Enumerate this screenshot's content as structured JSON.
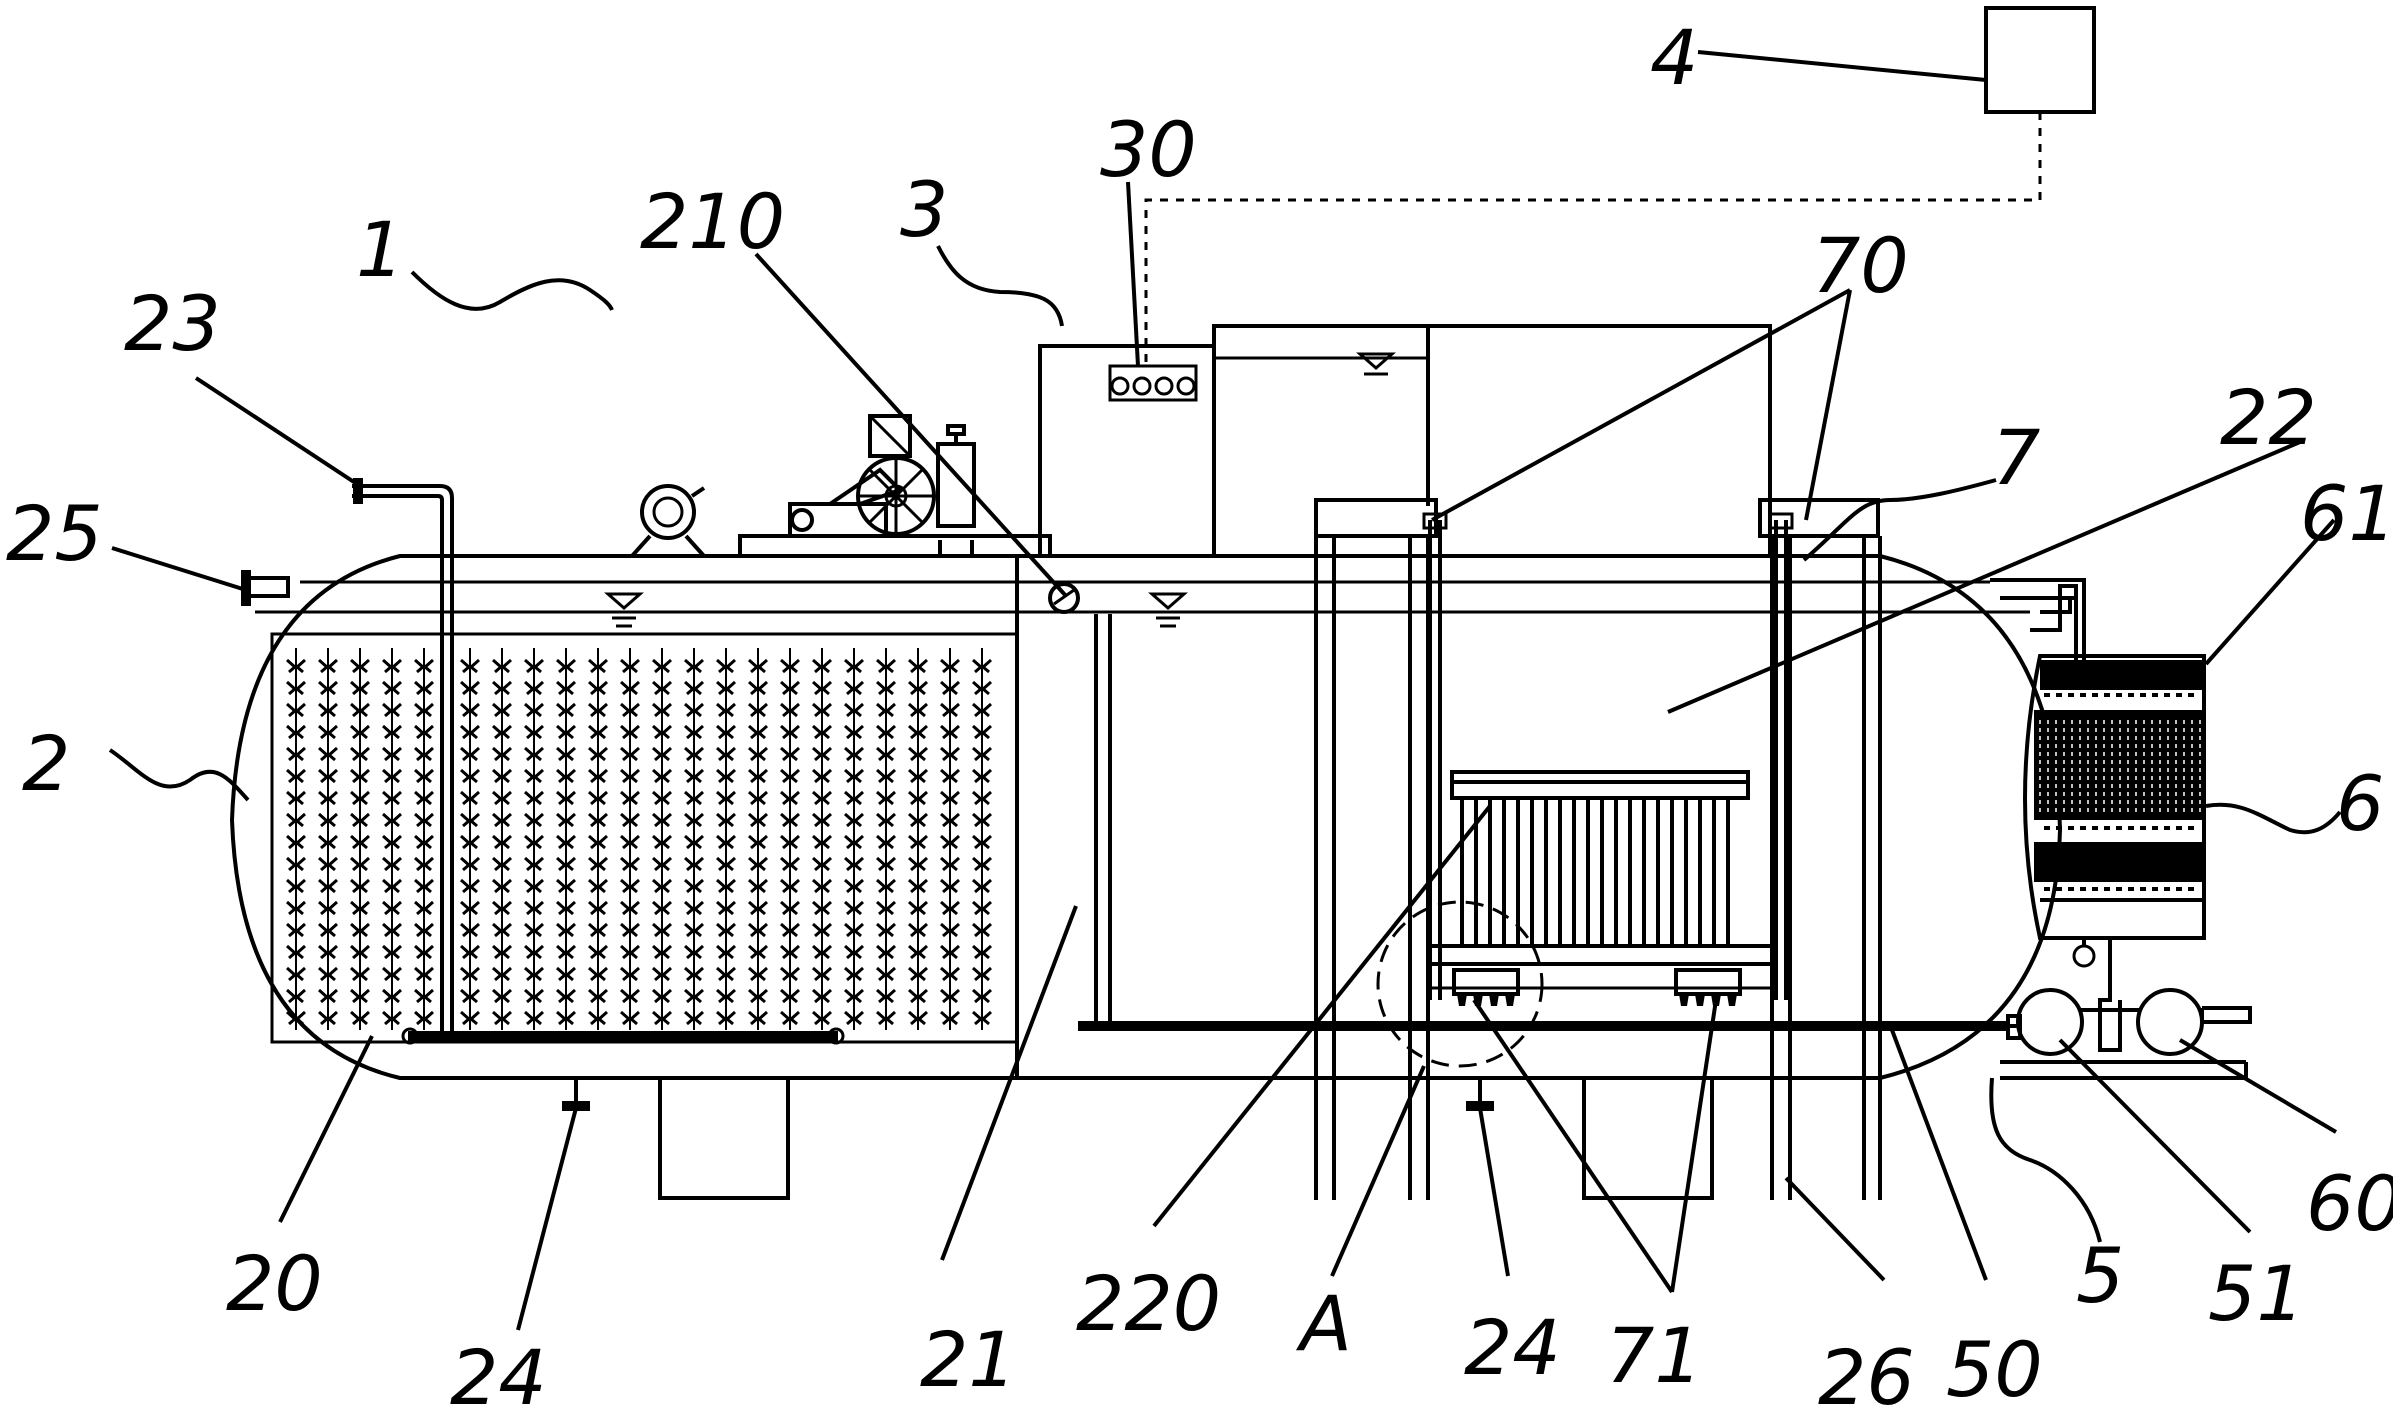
{
  "labels": {
    "l1": "1",
    "l2": "2",
    "l3": "3",
    "l4": "4",
    "l5": "5",
    "l6": "6",
    "l7": "7",
    "l20": "20",
    "l21": "21",
    "l22": "22",
    "l23": "23",
    "l24a": "24",
    "l24b": "24",
    "l25": "25",
    "l26": "26",
    "l30": "30",
    "l50": "50",
    "l51": "51",
    "l60": "60",
    "l61": "61",
    "l70": "70",
    "l71": "71",
    "l210": "210",
    "l220": "220",
    "lA": "A"
  },
  "colors": {
    "line": "#000000",
    "background": "#ffffff"
  }
}
